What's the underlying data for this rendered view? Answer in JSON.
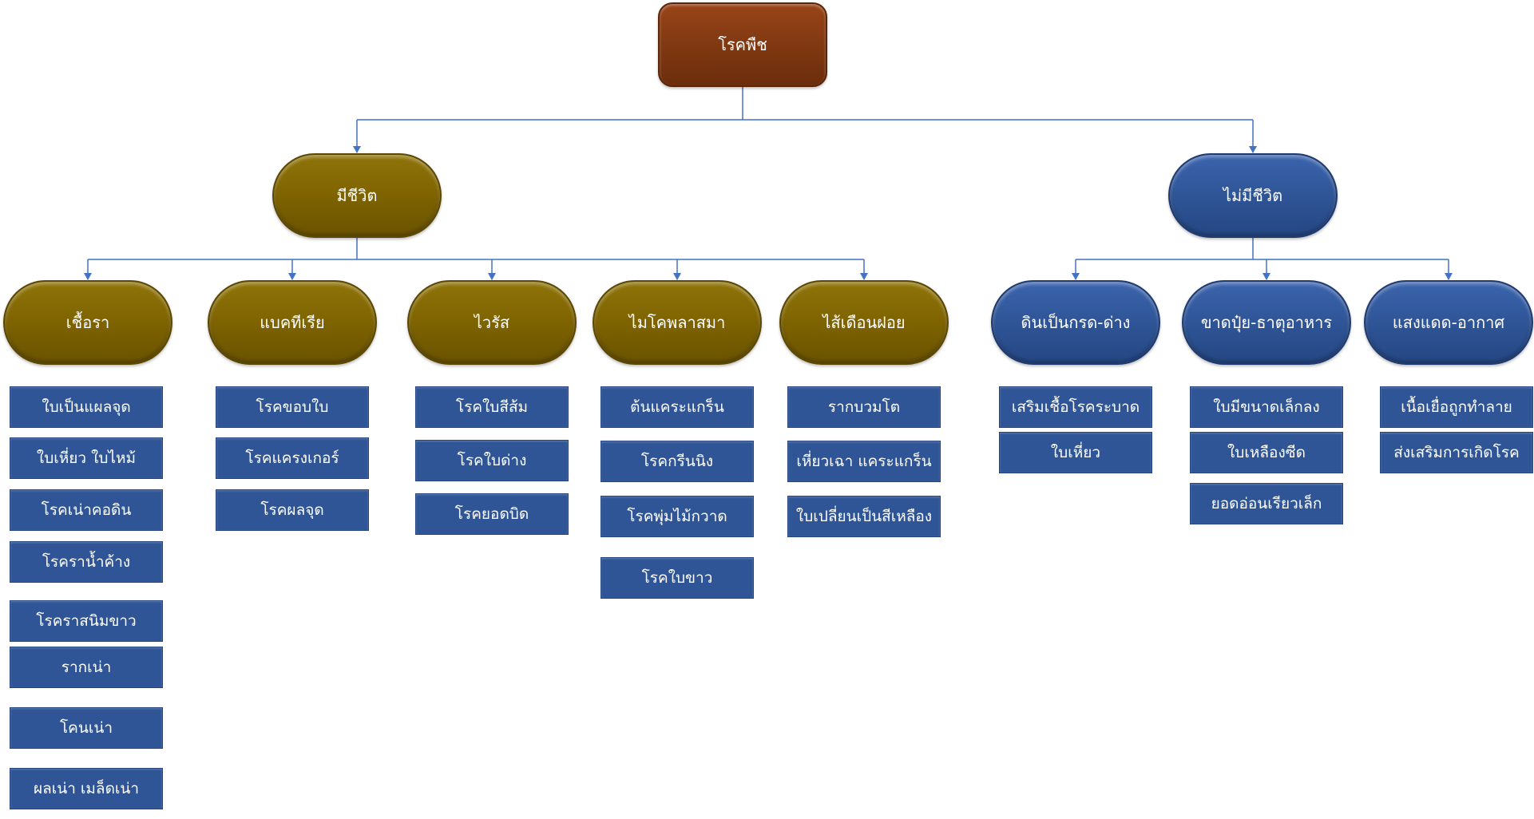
{
  "root": {
    "label": "โรคพืช",
    "color": "#843C0C"
  },
  "branches": [
    {
      "label": "มีชีวิต",
      "color": "#7F6000",
      "categories": [
        {
          "label": "เชื้อรา",
          "items": [
            "ใบเป็นแผลจุด",
            "ใบเหี่ยว  ใบไหม้",
            "โรคเน่าคอดิน",
            "โรคราน้ำค้าง",
            "โรคราสนิมขาว",
            "รากเน่า",
            "โคนเน่า",
            "ผลเน่า เมล็ดเน่า"
          ]
        },
        {
          "label": "แบคทีเรีย",
          "items": [
            "โรคขอบใบ",
            "โรคแครงเกอร์",
            "โรคผลจุด"
          ]
        },
        {
          "label": "ไวรัส",
          "items": [
            "โรคใบสีส้ม",
            "โรคใบด่าง",
            "โรคยอดบิด"
          ]
        },
        {
          "label": "ไมโคพลาสมา",
          "items": [
            "ต้นแคระแกร็น",
            "โรคกรีนนิง",
            "โรคพุ่มไม้กวาด",
            "โรคใบขาว"
          ]
        },
        {
          "label": "ไส้เดือนฝอย",
          "items": [
            "รากบวมโต",
            "เหี่ยวเฉา แคระแกร็น",
            "ใบเปลี่ยนเป็นสีเหลือง"
          ]
        }
      ]
    },
    {
      "label": "ไม่มีชีวิต",
      "color": "#2F5597",
      "categories": [
        {
          "label": "ดินเป็นกรด-ด่าง",
          "items": [
            "เสริมเชื้อโรคระบาด",
            "ใบเหี่ยว"
          ]
        },
        {
          "label": "ขาดปุ๋ย-ธาตุอาหาร",
          "items": [
            "ใบมีขนาดเล็กลง",
            "ใบเหลืองซีด",
            "ยอดอ่อนเรียวเล็ก"
          ]
        },
        {
          "label": "แสงแดด-อากาศ",
          "items": [
            "เนื้อเยื่อถูกทำลาย",
            "ส่งเสริมการเกิดโรค"
          ]
        }
      ]
    }
  ],
  "connector_color": "#4472C4"
}
